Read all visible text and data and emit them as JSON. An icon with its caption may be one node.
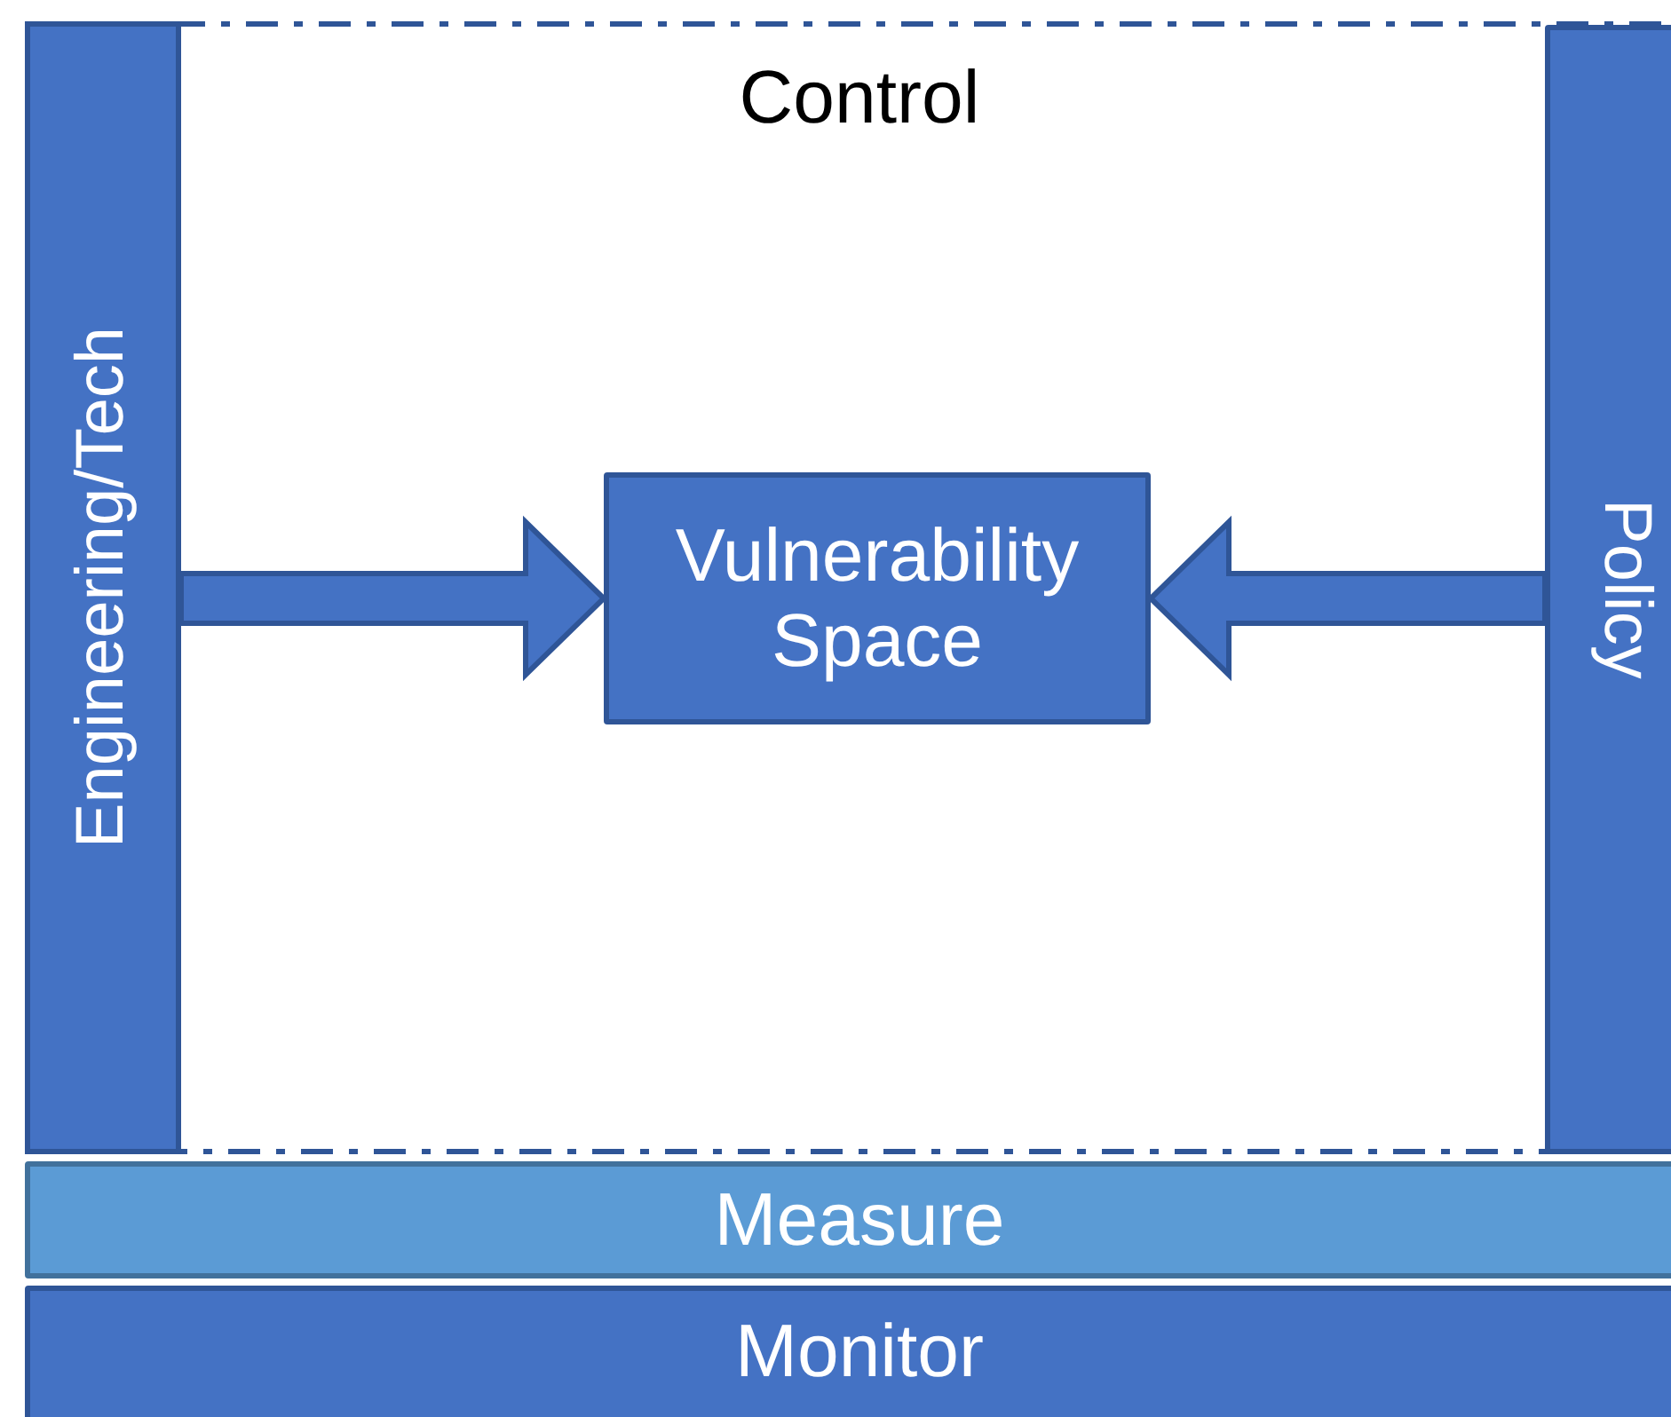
{
  "diagram": {
    "nodes": [
      {
        "text": [
          "Control"
        ]
      },
      {
        "text": [
          "Engineering/Tech"
        ]
      },
      {
        "text": [
          "Vulnerability Space"
        ],
        "in": 0
      },
      {
        "text": [
          "Policy"
        ]
      },
      {
        "text": [
          "Measure"
        ]
      },
      {
        "text": [
          "Monitor"
        ]
      }
    ],
    "edges": [
      {
        "from": 1,
        "to": 2,
        "arrow": "to",
        "style": "thick"
      },
      {
        "from": 3,
        "to": 2,
        "arrow": "to",
        "style": "thick"
      }
    ]
  }
}
